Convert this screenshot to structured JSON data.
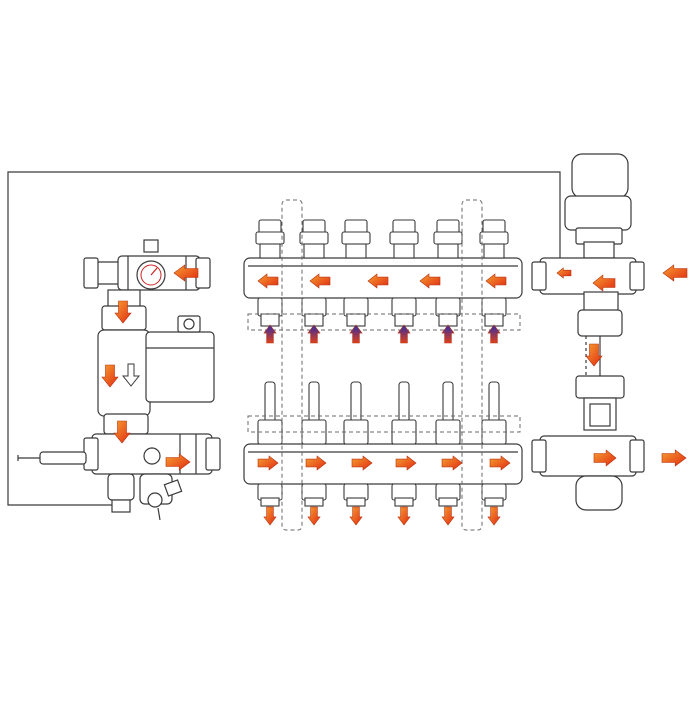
{
  "diagram": {
    "kind": "underfloor-heating-manifold-flow",
    "colors": {
      "background": "#ffffff",
      "line": "#3a3a3a",
      "dash": "#6a6a6a",
      "arrow_red": "#e8411b",
      "arrow_orange": "#f07a2a",
      "arrow_blue": "#3a3ab0",
      "gauge_red": "#cc2222"
    },
    "labels": [],
    "components": [
      "pump-group",
      "pressure-gauge",
      "circulation-pump",
      "temperature-sensor-probe",
      "supply-manifold-top-bar",
      "return-manifold-bottom-bar",
      "thermostatic-mixing-valve",
      "flow-meter"
    ],
    "flow": {
      "top_manifold_direction": "left",
      "bottom_manifold_direction": "right",
      "top_manifold_loop_count": 6,
      "bottom_manifold_loop_count": 6,
      "loop_inlet_arrow_color": "blue",
      "loop_outlet_arrow_color": "red"
    }
  }
}
